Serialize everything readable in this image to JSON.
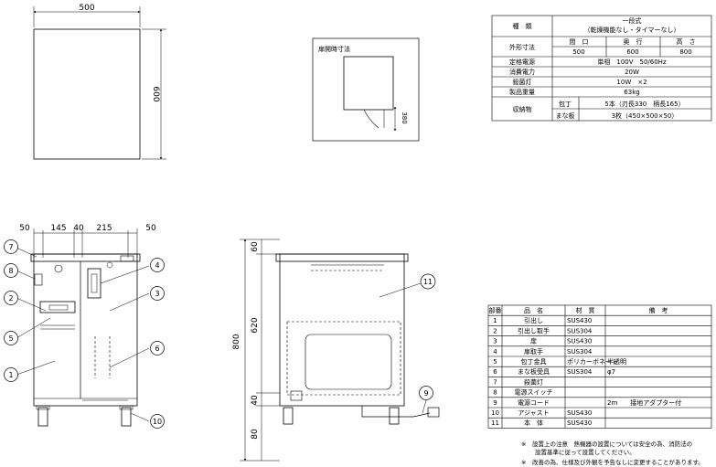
{
  "top_view": {
    "width_label": "500",
    "depth_label": "600"
  },
  "door_panel": {
    "title": "扉開時寸法",
    "dim": "380"
  },
  "spec_table": {
    "rows": [
      {
        "label": "種　類",
        "value": "一段式\n（乾燥機能なし・タイマーなし）"
      },
      {
        "label": "外形寸法",
        "sub_headers": [
          "間　口",
          "奥　行",
          "高　さ"
        ],
        "sub_values": [
          "500",
          "600",
          "800"
        ]
      },
      {
        "label": "定格電源",
        "value": "単相　100V　50/60Hz"
      },
      {
        "label": "消費電力",
        "value": "20W"
      },
      {
        "label": "殺菌灯",
        "value": "10W　×2"
      },
      {
        "label": "製品重量",
        "value": "63kg"
      },
      {
        "label": "収納物",
        "items": [
          {
            "name": "包丁",
            "value": "5本（刃長330　柄長165）"
          },
          {
            "name": "まな板",
            "value": "3枚（450×500×50）"
          }
        ]
      }
    ]
  },
  "front_view": {
    "top_dims": [
      "50",
      "145",
      "40",
      "215",
      "50"
    ],
    "bubbles": [
      "7",
      "8",
      "2",
      "5",
      "1",
      "4",
      "3",
      "6",
      "10"
    ]
  },
  "side_view": {
    "height_dims": [
      "60",
      "620",
      "40",
      "80"
    ],
    "total_height": "800",
    "bubbles": [
      "11",
      "9"
    ]
  },
  "parts_table": {
    "headers": [
      "部番",
      "品　名",
      "材　質",
      "備　考"
    ],
    "rows": [
      [
        "1",
        "引出し",
        "SUS430",
        ""
      ],
      [
        "2",
        "引出し取手",
        "SUS304",
        ""
      ],
      [
        "3",
        "扉",
        "SUS430",
        ""
      ],
      [
        "4",
        "扉取手",
        "SUS304",
        ""
      ],
      [
        "5",
        "包丁金具",
        "ポリカーボネート",
        "半透明"
      ],
      [
        "6",
        "まな板受具",
        "SUS304",
        "φ7"
      ],
      [
        "7",
        "殺菌灯",
        "",
        ""
      ],
      [
        "8",
        "電源スイッチ",
        "",
        ""
      ],
      [
        "9",
        "電源コード",
        "",
        "2m　　接地アダプター付"
      ],
      [
        "10",
        "アジャスト",
        "SUS430",
        ""
      ],
      [
        "11",
        "本　体",
        "SUS430",
        ""
      ]
    ]
  },
  "notes": [
    "※　設置上の注意　熱機器の設置については安全の為、消防法の",
    "設置基準に従って設置してください。",
    "※　改善の為、仕様及び外観を予告なしに変更することがあります。"
  ]
}
